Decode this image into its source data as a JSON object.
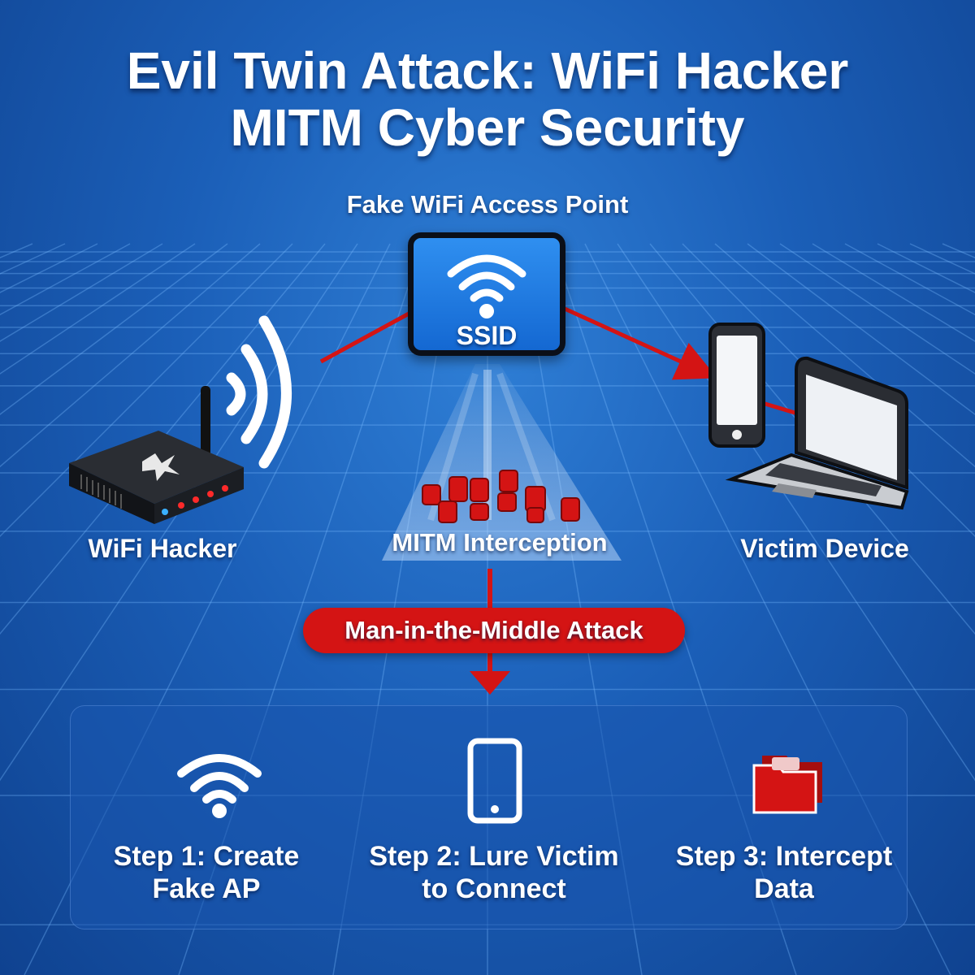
{
  "title": {
    "line1": "Evil Twin Attack: WiFi Hacker",
    "line2": "MITM Cyber Security"
  },
  "access_point": {
    "title": "Fake WiFi Access Point",
    "ssid_label": "SSID"
  },
  "nodes": {
    "hacker_label": "WiFi Hacker",
    "victim_label": "Victim Device",
    "mitm_label": "MITM Interception"
  },
  "attack_banner": "Man-in-the-Middle Attack",
  "steps": [
    {
      "line1": "Step 1: Create",
      "line2": "Fake AP",
      "icon": "wifi-icon"
    },
    {
      "line1": "Step 2: Lure Victim",
      "line2": "to Connect",
      "icon": "smartphone-icon"
    },
    {
      "line1": "Step 3: Intercept",
      "line2": "Data",
      "icon": "data-folder-icon"
    }
  ],
  "colors": {
    "background": "#1b5fb8",
    "accent_red": "#d41414",
    "text": "#ffffff"
  }
}
